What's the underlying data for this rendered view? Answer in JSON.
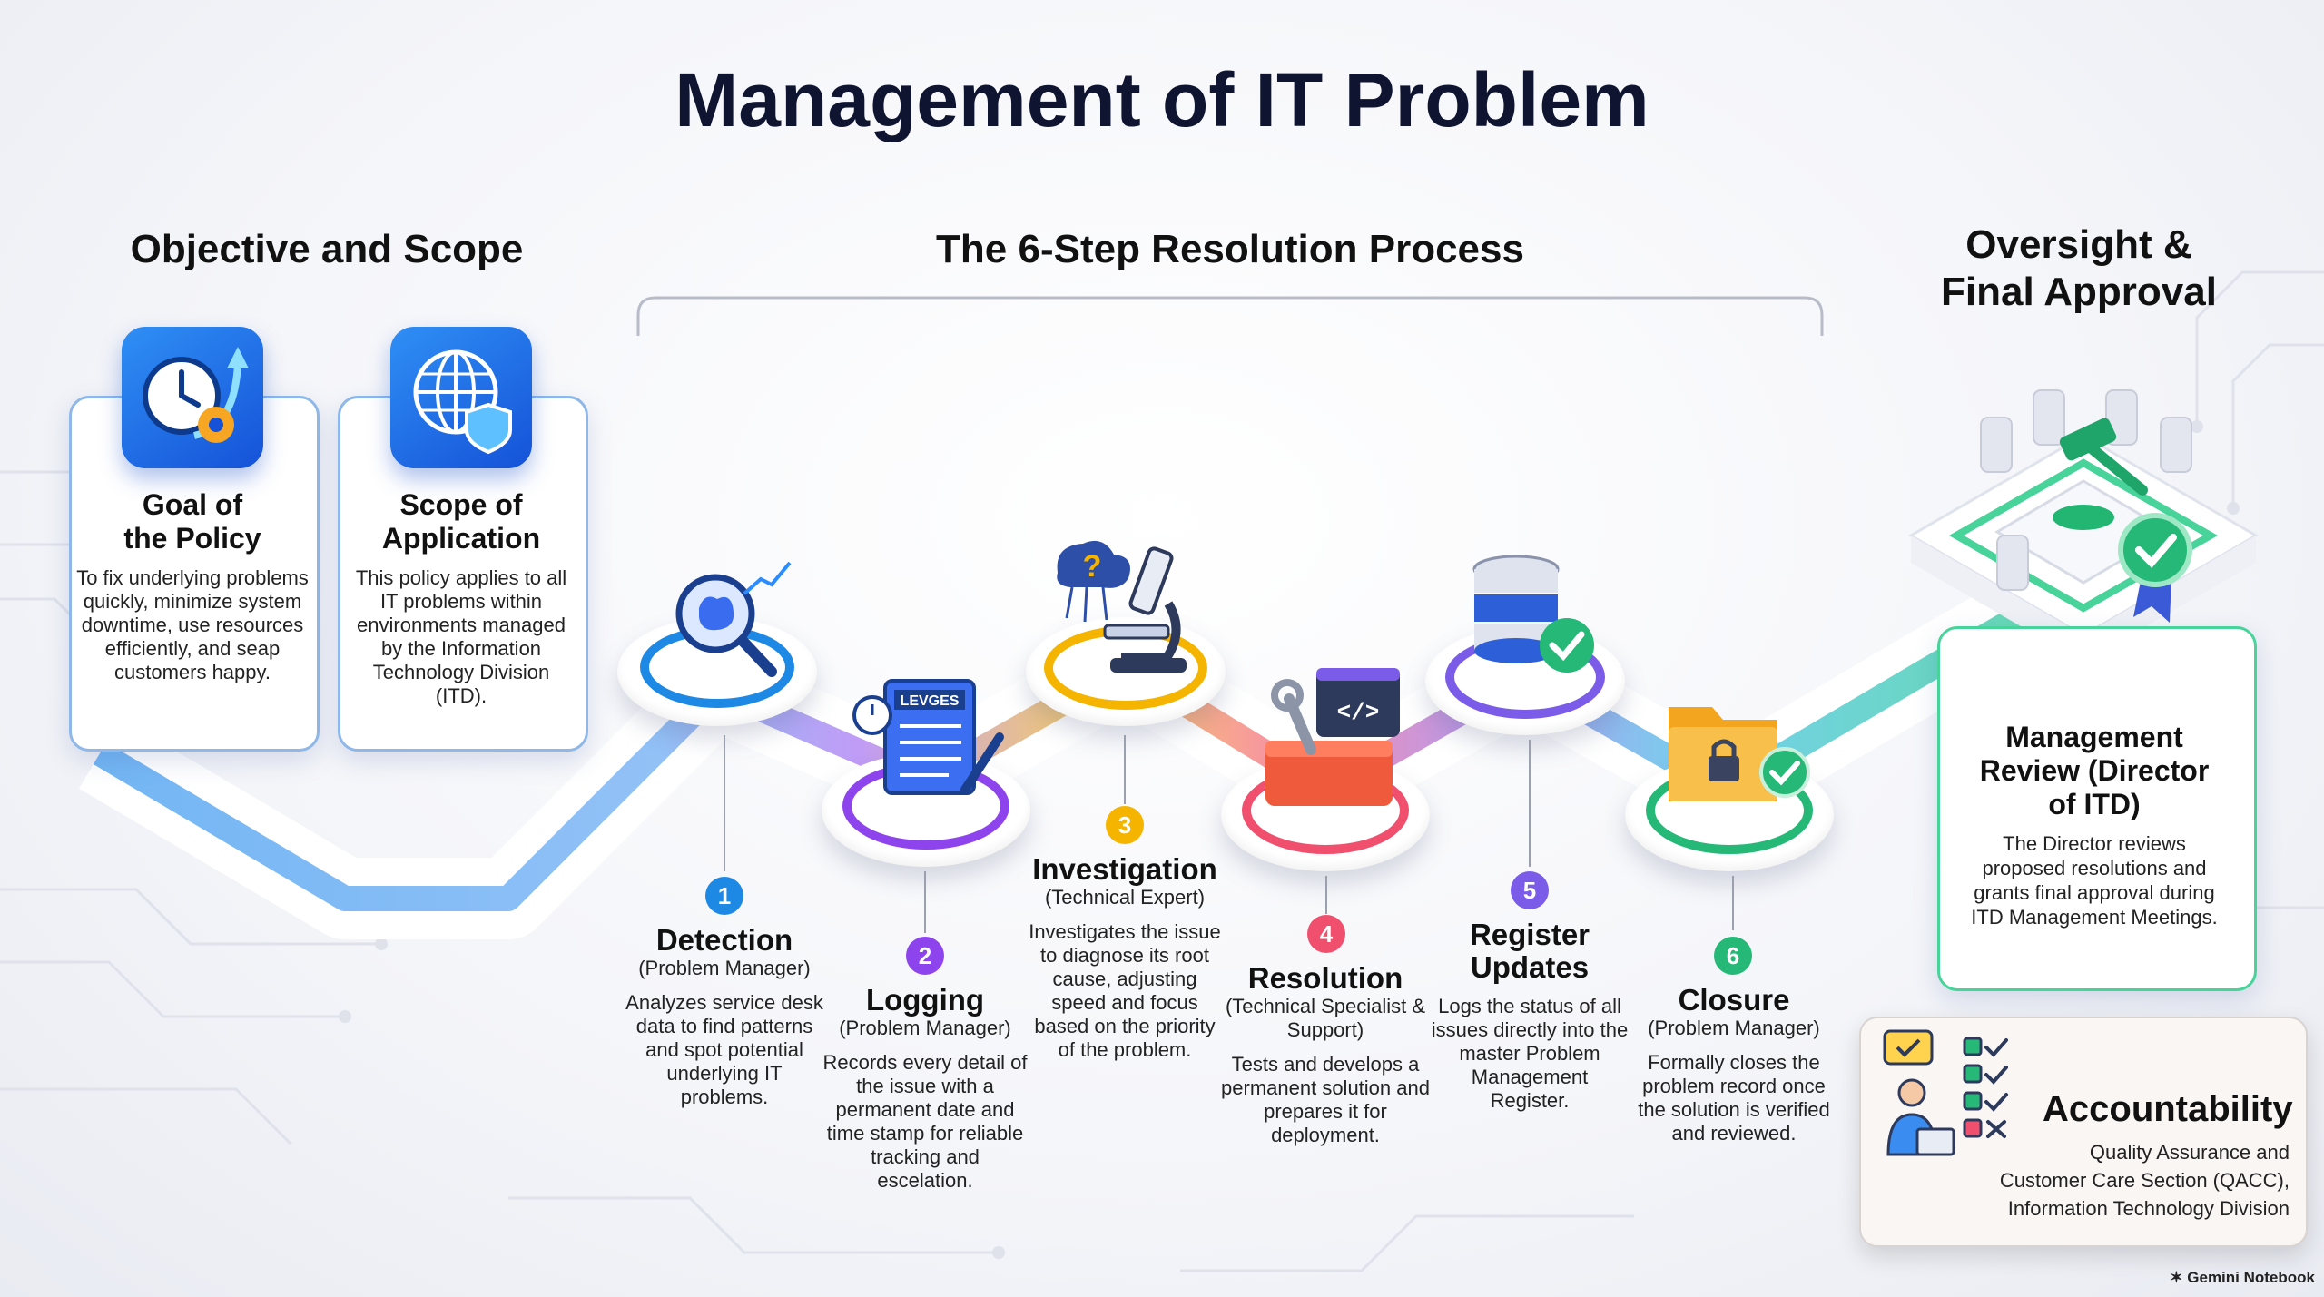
{
  "title": "Management of IT Problem",
  "sections": {
    "objective": "Objective and Scope",
    "process": "The 6-Step Resolution Process",
    "oversight": "Oversight &\nFinal Approval"
  },
  "objective_cards": [
    {
      "title": "Goal of\nthe Policy",
      "body": "To fix underlying problems quickly, minimize system downtime, use resources efficiently, and seap customers happy.",
      "icon": "clock-gear-icon"
    },
    {
      "title": "Scope of\nApplication",
      "body": "This policy applies to all IT problems within environments managed by the Information Technology Division (ITD).",
      "icon": "globe-shield-icon"
    }
  ],
  "steps": [
    {
      "number": "1",
      "title": "Detection",
      "role": "(Problem Manager)",
      "body": "Analyzes service desk data to find patterns and spot potential underlying IT problems.",
      "color": "#1e88e5",
      "icon": "magnifier-brain-icon"
    },
    {
      "number": "2",
      "title": "Logging",
      "role": "(Problem Manager)",
      "body": "Records every detail of the issue with a permanent date and time stamp for reliable tracking and escelation.",
      "color": "#8e44ec",
      "icon": "log-document-icon",
      "icon_text": "LEVGES"
    },
    {
      "number": "3",
      "title": "Investigation",
      "role": "(Technical Expert)",
      "body": "Investigates the issue to diagnose its root cause, adjusting speed and focus based on the priority of the problem.",
      "color": "#f4b400",
      "icon": "microscope-icon"
    },
    {
      "number": "4",
      "title": "Resolution",
      "role": "(Technical Specialist & Support)",
      "body": "Tests and develops a permanent solution and prepares it for deployment.",
      "color": "#f0506e",
      "icon": "toolbox-code-icon"
    },
    {
      "number": "5",
      "title": "Register\nUpdates",
      "role": "",
      "body": "Logs the status of all issues directly into the master Problem Management Register.",
      "color": "#7a5ce8",
      "icon": "database-check-icon"
    },
    {
      "number": "6",
      "title": "Closure",
      "role": "(Problem Manager)",
      "body": "Formally closes the problem record once the solution is verified and reviewed.",
      "color": "#26b877",
      "icon": "locked-folder-icon"
    }
  ],
  "management_review": {
    "title": "Management\nReview (Director\nof ITD)",
    "body": "The Director reviews proposed resolutions and grants final approval during ITD Management Meetings.",
    "icon": "gavel-approval-icon"
  },
  "accountability": {
    "title": "Accountability",
    "body": "Quality Assurance and\nCustomer Care Section (QACC),\nInformation Technology Division",
    "icon": "checklist-person-icon"
  },
  "footer": "Gemini Notebook",
  "colors": {
    "primary": "#1e88e5",
    "accent": "#26b877",
    "dark": "#0f1530"
  }
}
